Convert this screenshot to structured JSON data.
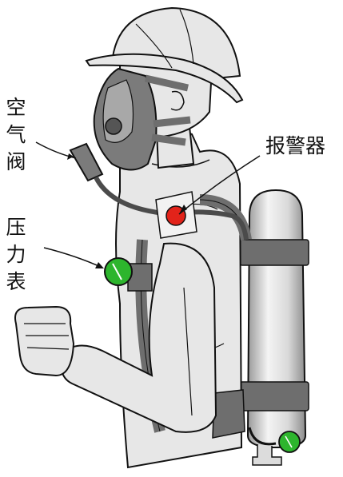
{
  "labels": {
    "air_valve": "空气阀",
    "alarm": "报警器",
    "pressure_gauge": "压力表"
  },
  "colors": {
    "outline": "#111111",
    "suit": "#e7e7e7",
    "mask": "#7b7b7b",
    "cylinder_light": "#f2f2f2",
    "cylinder_dark": "#a9a9a9",
    "strap": "#6e6e6e",
    "alarm_red": "#e2231a",
    "gauge_green": "#2db52d"
  }
}
